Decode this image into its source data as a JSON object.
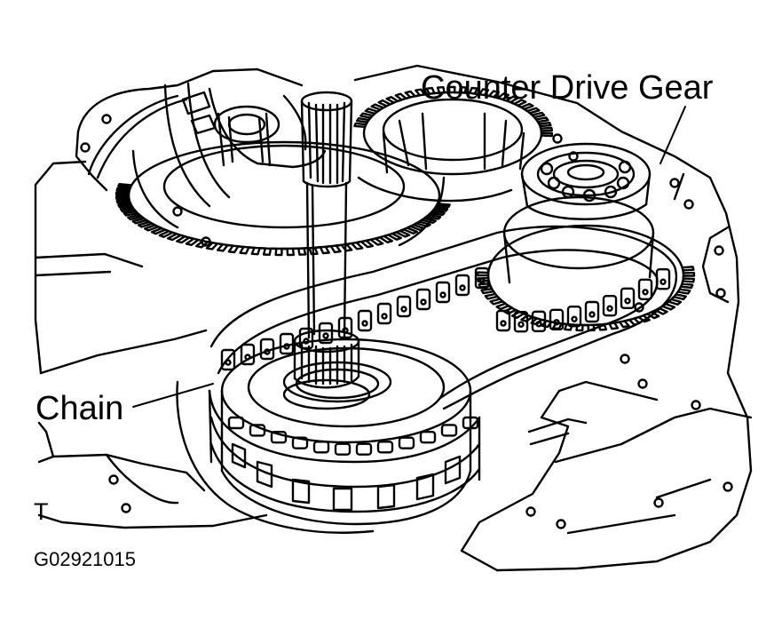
{
  "diagram": {
    "line_color": "#000000",
    "background": "#ffffff"
  },
  "labels": {
    "counter_drive_gear": "Counter Drive Gear",
    "chain": "Chain",
    "view_code": "T",
    "figure_code": "G02921015"
  },
  "icons": {
    "main_shaft": "shaft-icon",
    "large_gear": "gear-icon",
    "counter_drive_gear": "gear-icon",
    "chain": "chain-icon",
    "sprocket": "sprocket-icon"
  }
}
